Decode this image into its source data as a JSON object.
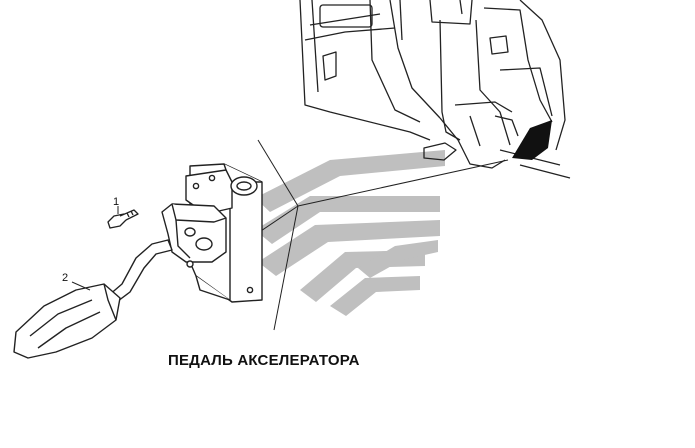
{
  "caption": "ПЕДАЛЬ АКСЕЛЕРАТОРА",
  "callouts": [
    {
      "number": "1",
      "part": "bolt"
    },
    {
      "number": "2",
      "part": "accelerator-pedal"
    }
  ],
  "colors": {
    "line": "#222222",
    "watermark": "#b9b9b9",
    "fill_dark": "#111111"
  }
}
